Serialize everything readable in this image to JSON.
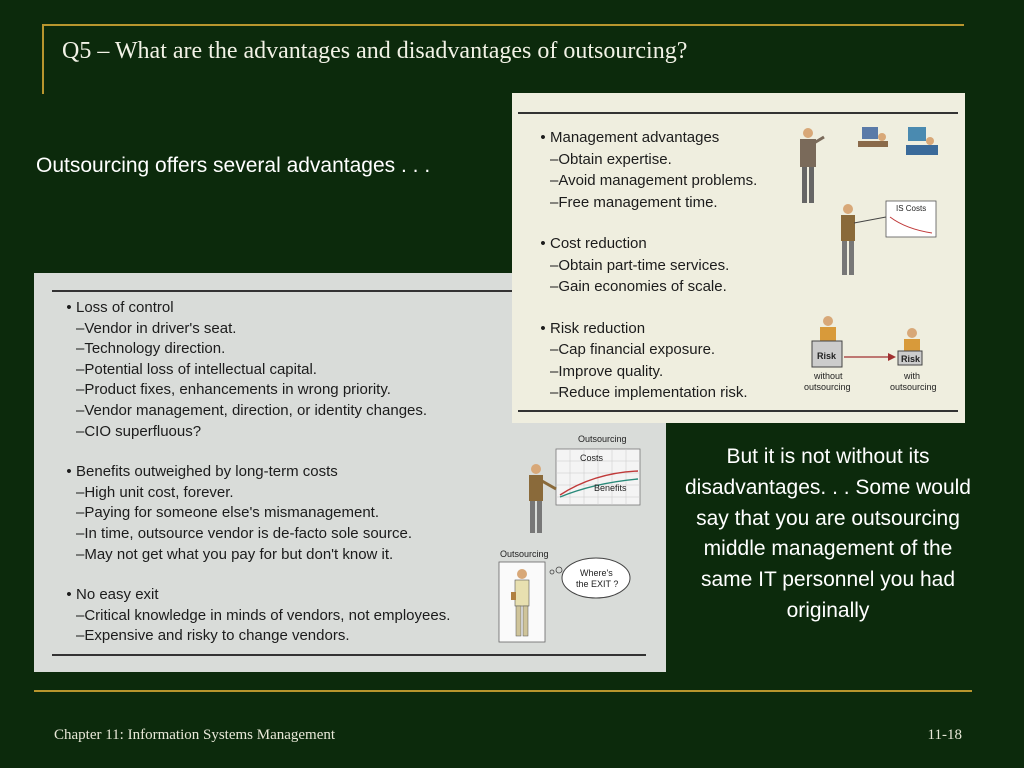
{
  "slide": {
    "title": "Q5 – What are the advantages and disadvantages of outsourcing?",
    "intro": "Outsourcing offers several advantages . . .",
    "closing": "But it is not without its disadvantages. . .  Some would say that you are outsourcing middle management of the same IT personnel you had originally",
    "footer_left": "Chapter 11: Information Systems Management",
    "footer_right": "11-18"
  },
  "advantages": [
    {
      "heading": "Management advantages",
      "items": [
        "Obtain expertise.",
        "Avoid management problems.",
        "Free management time."
      ]
    },
    {
      "heading": "Cost reduction",
      "items": [
        "Obtain part-time services.",
        "Gain economies of scale."
      ]
    },
    {
      "heading": "Risk reduction",
      "items": [
        "Cap financial exposure.",
        "Improve quality.",
        "Reduce implementation risk."
      ]
    }
  ],
  "disadvantages": [
    {
      "heading": "Loss of control",
      "items": [
        "Vendor in driver's seat.",
        "Technology direction.",
        "Potential loss of intellectual capital.",
        "Product fixes, enhancements in wrong priority.",
        "Vendor management, direction, or identity changes.",
        "CIO superfluous?"
      ]
    },
    {
      "heading": "Benefits outweighed by long-term costs",
      "items": [
        "High unit cost, forever.",
        "Paying for someone else's mismanagement.",
        "In time, outsource vendor is de-facto sole source.",
        "May not get what you pay for but don't know it."
      ]
    },
    {
      "heading": "No easy exit",
      "items": [
        "Critical knowledge in minds of vendors, not employees.",
        "Expensive and risky to change vendors."
      ]
    }
  ],
  "illustrations": {
    "is_costs": "IS Costs",
    "risk_label": "Risk",
    "without_outsourcing": [
      "without",
      "outsourcing"
    ],
    "with_outsourcing": [
      "with",
      "outsourcing"
    ],
    "outsourcing_chart_title": "Outsourcing",
    "costs_label": "Costs",
    "benefits_label": "Benefits",
    "exit_title": "Outsourcing",
    "exit_bubble": [
      "Where's",
      "the EXIT ?"
    ]
  }
}
